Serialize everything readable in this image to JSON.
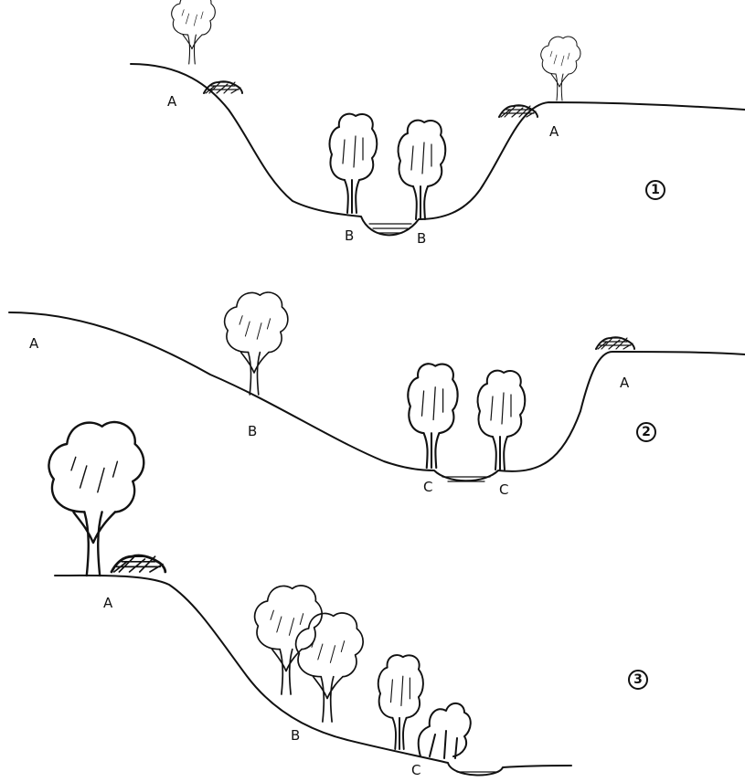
{
  "diagram": {
    "profile_1": {
      "number": "1",
      "labels": {
        "a_left": "A",
        "a_right": "A",
        "b_left": "B",
        "b_right": "B"
      }
    },
    "profile_2": {
      "number": "2",
      "labels": {
        "a_left": "A",
        "a_right": "A",
        "b": "B",
        "c_left": "C",
        "c_right": "C"
      }
    },
    "profile_3": {
      "number": "3",
      "labels": {
        "a": "A",
        "b": "B",
        "c": "C"
      }
    }
  }
}
